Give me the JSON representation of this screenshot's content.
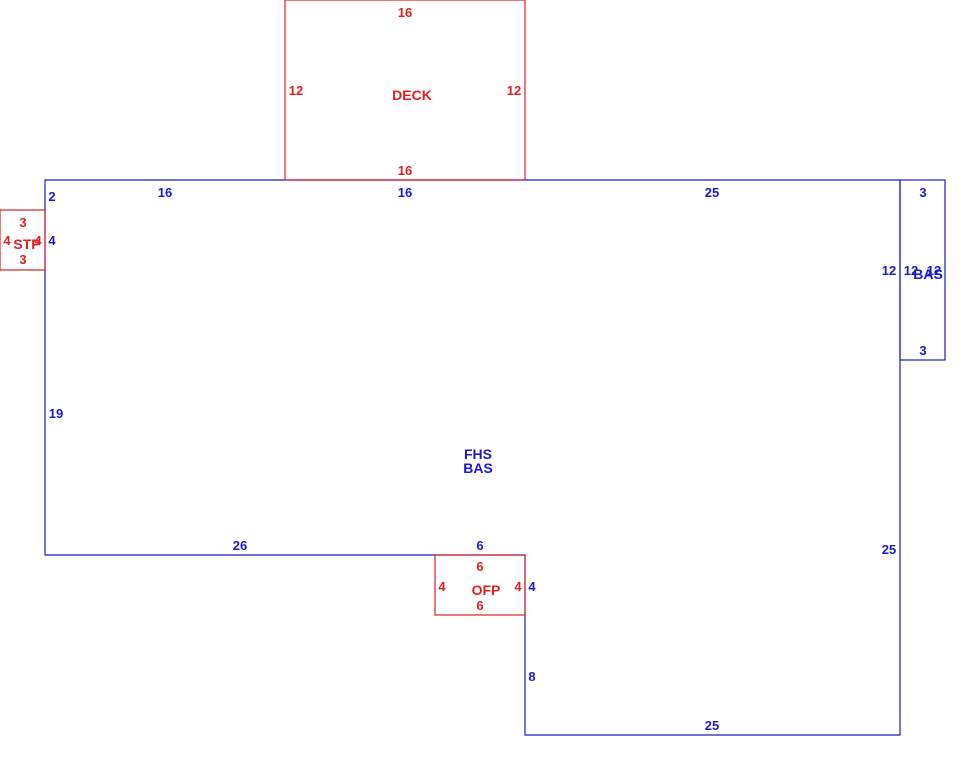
{
  "colors": {
    "main": "#1a1acc",
    "addition": "#e02020"
  },
  "areas": {
    "main": {
      "name": "FHS",
      "code": "BAS"
    },
    "deck": {
      "name": "DECK"
    },
    "stoop": {
      "name": "STP"
    },
    "porch": {
      "name": "OFP"
    },
    "bay": {
      "name": "BAS"
    }
  },
  "dimensions": {
    "deck_top": "16",
    "deck_bottom": "16",
    "deck_left": "12",
    "deck_right": "12",
    "main_top_left": "16",
    "main_top_mid": "16",
    "main_top_right": "25",
    "main_left_upper": "2",
    "main_left_mid": "4",
    "main_left_lower": "19",
    "main_bottom_left": "26",
    "main_bottom_porch": "6",
    "main_notch_upper": "4",
    "main_notch_lower": "8",
    "main_bottom_right": "25",
    "main_right_lower": "25",
    "main_right_bay": "12",
    "stoop_top": "3",
    "stoop_bottom": "3",
    "stoop_left": "4",
    "stoop_right": "4",
    "porch_top": "6",
    "porch_bottom": "6",
    "porch_left": "4",
    "porch_right": "4",
    "bay_top": "3",
    "bay_bottom": "3",
    "bay_left": "12",
    "bay_right": "12"
  }
}
